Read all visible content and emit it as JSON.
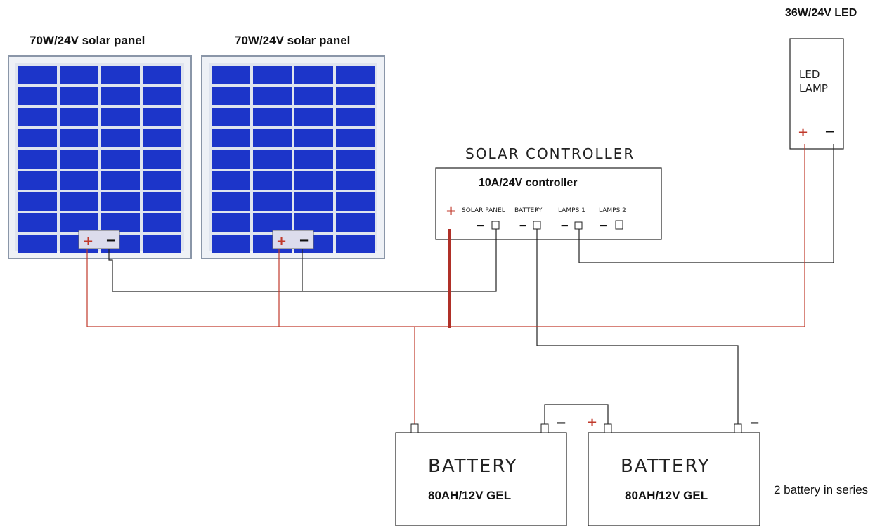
{
  "panels": [
    {
      "label": "70W/24V solar panel",
      "plus": "+",
      "minus": "−"
    },
    {
      "label": "70W/24V solar panel",
      "plus": "+",
      "minus": "−"
    }
  ],
  "led": {
    "title": "36W/24V LED",
    "line1": "LED",
    "line2": "LAMP",
    "plus": "+",
    "minus": "−"
  },
  "controller": {
    "heading": "SOLAR CONTROLLER",
    "model": "10A/24V controller",
    "terminal_plus": "+",
    "terminals": [
      "SOLAR PANEL",
      "BATTERY",
      "LAMPS 1",
      "LAMPS 2"
    ],
    "terminal_minus": "−"
  },
  "batteries": [
    {
      "title": "BATTERY",
      "spec": "80AH/12V GEL",
      "term_minus": "−"
    },
    {
      "title": "BATTERY",
      "spec": "80AH/12V GEL",
      "term_plus": "+",
      "term_minus": "−"
    }
  ],
  "note": "2 battery in series",
  "colors": {
    "panel_cell": "#1c35c9",
    "panel_frame": "#9aa6b8",
    "positive_wire": "#c0392b",
    "negative_wire": "#222222"
  }
}
